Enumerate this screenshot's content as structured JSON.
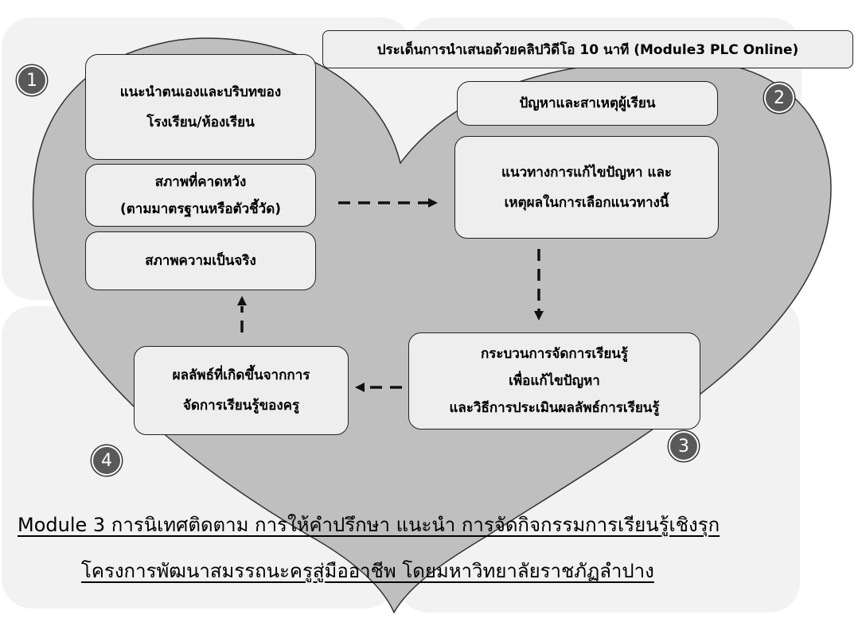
{
  "header": "ประเด็นการนำเสนอด้วยคลิปวิดีโอ 10 นาที (Module3 PLC Online)",
  "badges": [
    "1",
    "2",
    "3",
    "4"
  ],
  "boxes": {
    "intro": [
      "แนะนำตนเองและบริบทของ",
      "โรงเรียน/ห้องเรียน"
    ],
    "expected": [
      "สภาพที่คาดหวัง",
      "(ตามมาตรฐานหรือตัวชี้วัด)"
    ],
    "reality": "สภาพความเป็นจริง",
    "problem": "ปัญหาและสาเหตุผู้เรียน",
    "solution": [
      "แนวทางการแก้ไขปัญหา และ",
      "เหตุผลในการเลือกแนวทางนี้"
    ],
    "process": [
      "กระบวนการจัดการเรียนรู้",
      "เพื่อแก้ไขปัญหา",
      "และวิธีการประเมินผลลัพธ์การเรียนรู้"
    ],
    "outcome": [
      "ผลลัพธ์ที่เกิดขึ้นจากการ",
      "จัดการเรียนรู้ของครู"
    ]
  },
  "title_lines": [
    "Module 3 การนิเทศติดตาม การให้คำปรึกษา แนะนำ การจัดกิจกรรมการเรียนรู้เชิงรุก",
    "โครงการพัฒนาสมรรถนะครูสู่มืออาชีพ โดยมหาวิทยาลัยราชภัฏลำปาง"
  ],
  "colors": {
    "heart": "#bfbfbf",
    "box": "#eeeeee",
    "badge": "#595959",
    "background_panel": "#f2f2f2"
  }
}
